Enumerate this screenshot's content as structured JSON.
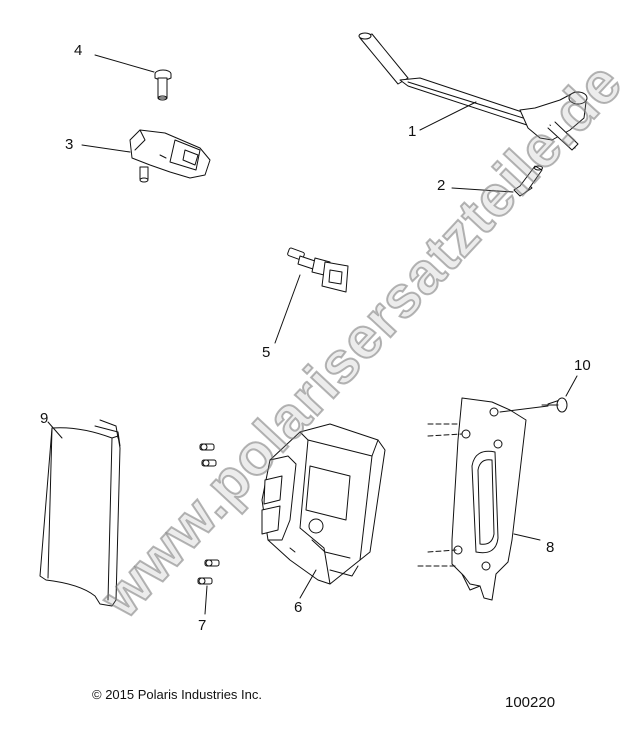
{
  "callouts": {
    "c1": "1",
    "c2": "2",
    "c3": "3",
    "c4": "4",
    "c5": "5",
    "c6": "6",
    "c7": "7",
    "c8": "8",
    "c9": "9",
    "c10": "10"
  },
  "watermark": "www.polarisersatzteile.de",
  "copyright": "© 2015 Polaris Industries Inc.",
  "reference_number": "100220",
  "colors": {
    "line": "#111111",
    "watermark": "#9a9a9a"
  }
}
